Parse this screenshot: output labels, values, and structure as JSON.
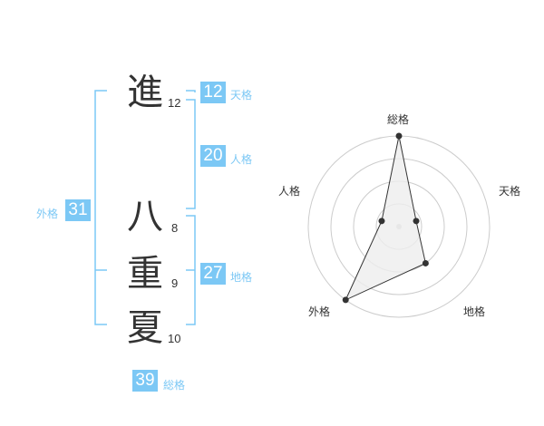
{
  "name": {
    "characters": [
      {
        "char": "進",
        "strokes": "12"
      },
      {
        "char": "八",
        "strokes": "8"
      },
      {
        "char": "重",
        "strokes": "9"
      },
      {
        "char": "夏",
        "strokes": "10"
      }
    ]
  },
  "scores": {
    "tenkaku": {
      "value": "12",
      "label": "天格"
    },
    "jinkaku": {
      "value": "20",
      "label": "人格"
    },
    "chikaku": {
      "value": "27",
      "label": "地格"
    },
    "gaikaku": {
      "value": "31",
      "label": "外格"
    },
    "soukaku": {
      "value": "39",
      "label": "総格"
    }
  },
  "radar": {
    "axes": [
      "総格",
      "天格",
      "地格",
      "外格",
      "人格"
    ],
    "levels": [
      1,
      0.2,
      0.5,
      1,
      0.2
    ],
    "colors": {
      "bracket": "#7cc8f5",
      "score_bg": "#7cc8f5",
      "polygon_fill": "#eeeeee",
      "polygon_line": "#333333",
      "grid": "#cccccc"
    }
  }
}
